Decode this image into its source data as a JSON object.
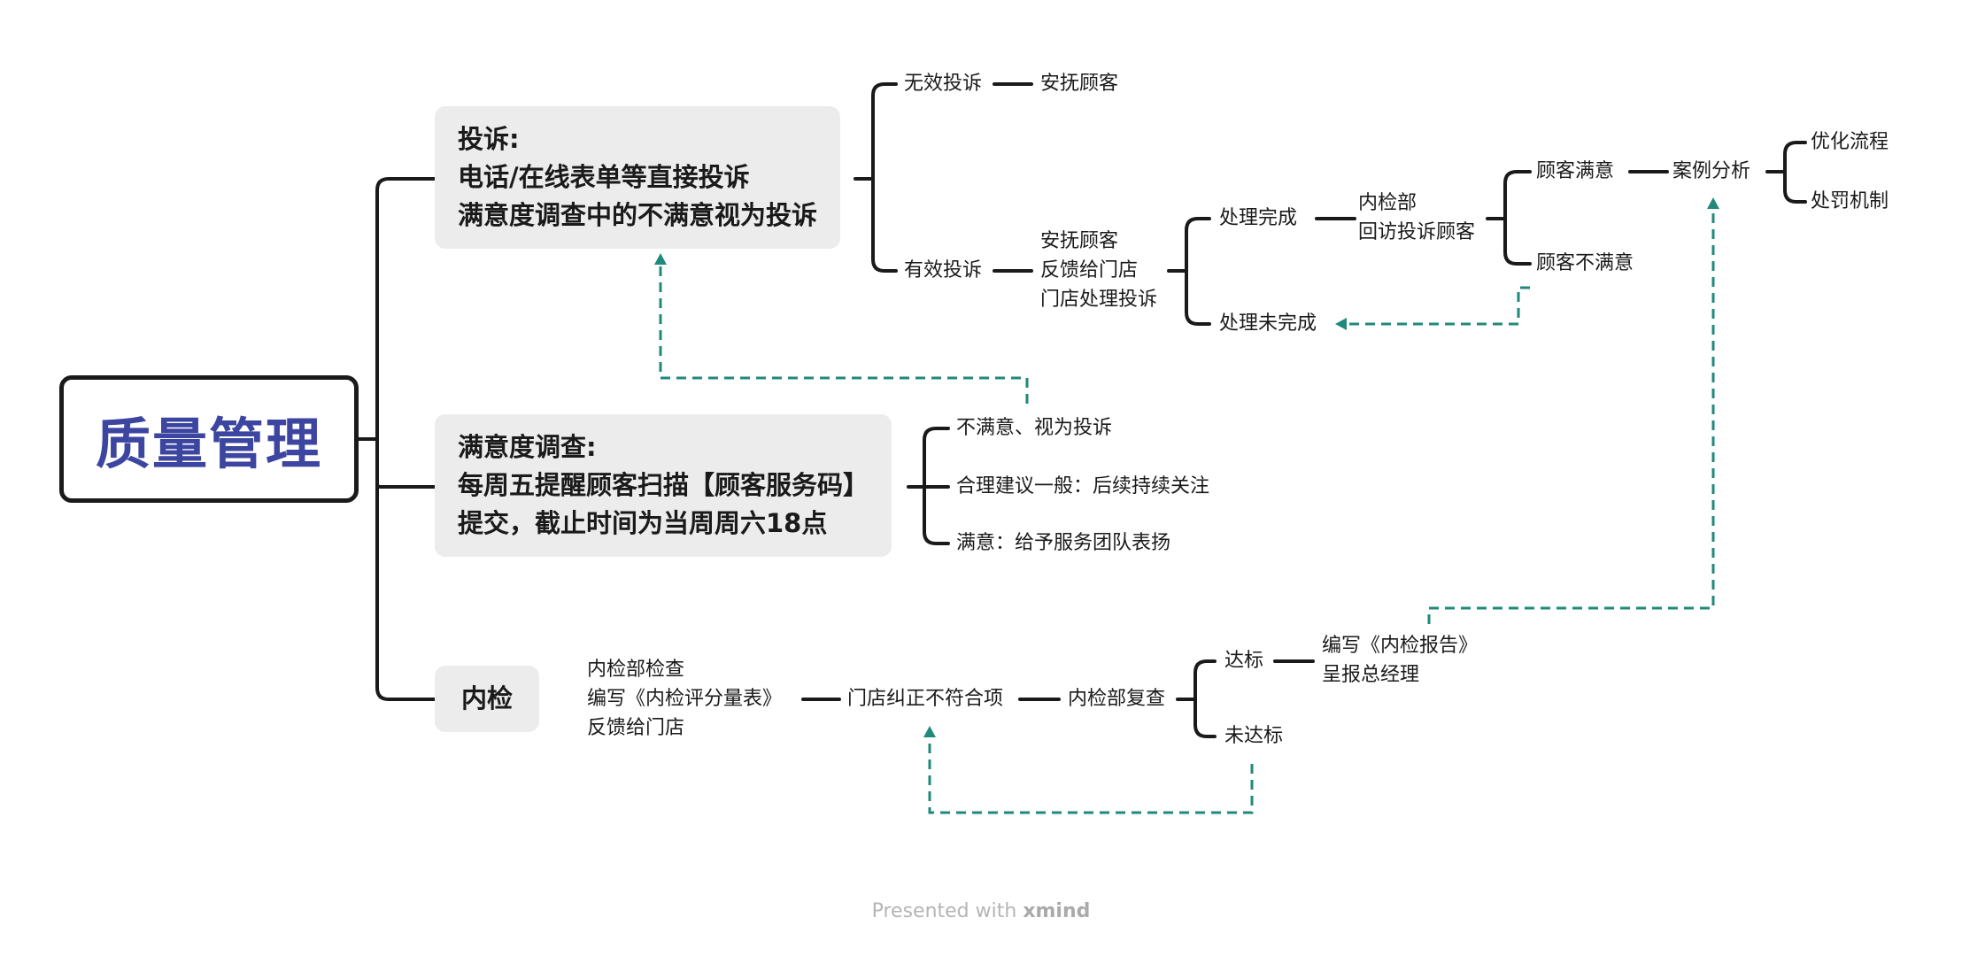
{
  "root": {
    "title": "质量管理"
  },
  "complaint": {
    "lines": [
      "投诉:",
      "电话/在线表单等直接投诉",
      "满意度调查中的不满意视为投诉"
    ],
    "invalid": {
      "label": "无效投诉",
      "action": "安抚顾客"
    },
    "valid": {
      "label": "有效投诉",
      "actions": [
        "安抚顾客",
        "反馈给门店",
        "门店处理投诉"
      ],
      "done": {
        "label": "处理完成",
        "revisit": [
          "内检部",
          "回访投诉顾客"
        ],
        "satisfied": "顾客满意",
        "unsatisfied": "顾客不满意",
        "case_analysis": "案例分析",
        "outcomes": [
          "优化流程",
          "处罚机制"
        ]
      },
      "not_done": "处理未完成"
    }
  },
  "survey": {
    "lines": [
      "满意度调查:",
      "每周五提醒顾客扫描【顾客服务码】",
      "提交，截止时间为当周周六18点"
    ],
    "results": [
      "不满意、视为投诉",
      "合理建议一般：后续持续关注",
      "满意：给予服务团队表扬"
    ]
  },
  "inspection": {
    "title": "内检",
    "steps": [
      "内检部检查",
      "编写《内检评分量表》",
      "反馈给门店"
    ],
    "correct": "门店纠正不符合项",
    "recheck": "内检部复查",
    "pass": "达标",
    "report": [
      "编写《内检报告》",
      "呈报总经理"
    ],
    "fail": "未达标"
  },
  "footer": {
    "prefix": "Presented with",
    "brand": "xmind"
  },
  "colors": {
    "title": "#3c45a0",
    "line": "#1a1a1a",
    "dashed": "#1f8a7a",
    "box": "#ececec"
  }
}
